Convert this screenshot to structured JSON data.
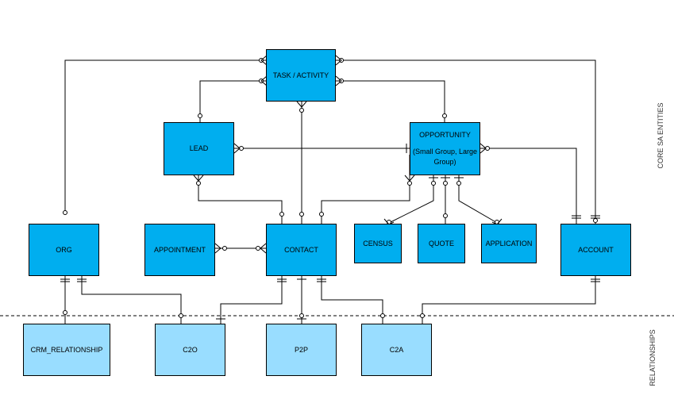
{
  "entities": {
    "task": "TASK / ACTIVITY",
    "lead": "LEAD",
    "opportunity_title": "OPPORTUNITY",
    "opportunity_sub": "(Small Group, Large Group)",
    "org": "ORG",
    "appointment": "APPOINTMENT",
    "contact": "CONTACT",
    "census": "CENSUS",
    "quote": "QUOTE",
    "application": "APPLICATION",
    "account": "ACCOUNT"
  },
  "relationships": {
    "crm": "CRM_RELATIONSHIP",
    "c2o": "C2O",
    "p2p": "P2P",
    "c2a": "C2A"
  },
  "sections": {
    "core": "CORE SA ENTITIES",
    "relationships": "RELATIONSHIPS"
  },
  "colors": {
    "core_fill": "#00aeef",
    "relationship_fill": "#99ddff",
    "line": "#000000"
  }
}
